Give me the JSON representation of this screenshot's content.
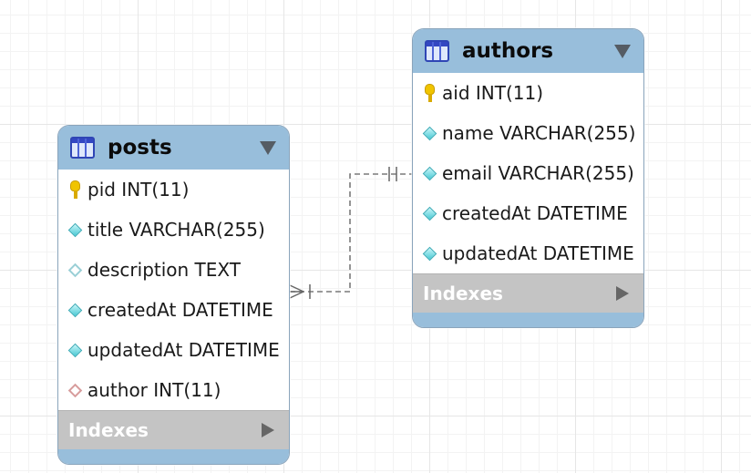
{
  "tables": {
    "posts": {
      "name": "posts",
      "columns": [
        {
          "text": "pid INT(11)",
          "icon": "primary-key-icon"
        },
        {
          "text": "title VARCHAR(255)",
          "icon": "not-null-column-icon"
        },
        {
          "text": "description TEXT",
          "icon": "nullable-column-icon"
        },
        {
          "text": "createdAt DATETIME",
          "icon": "not-null-column-icon"
        },
        {
          "text": "updatedAt DATETIME",
          "icon": "not-null-column-icon"
        },
        {
          "text": "author INT(11)",
          "icon": "foreign-key-icon"
        }
      ],
      "indexes_label": "Indexes"
    },
    "authors": {
      "name": "authors",
      "columns": [
        {
          "text": "aid INT(11)",
          "icon": "primary-key-icon"
        },
        {
          "text": "name VARCHAR(255)",
          "icon": "not-null-column-icon"
        },
        {
          "text": "email VARCHAR(255)",
          "icon": "not-null-column-icon"
        },
        {
          "text": "createdAt DATETIME",
          "icon": "not-null-column-icon"
        },
        {
          "text": "updatedAt DATETIME",
          "icon": "not-null-column-icon"
        }
      ],
      "indexes_label": "Indexes"
    }
  },
  "relationship": {
    "from": "posts",
    "to": "authors",
    "from_cardinality": "many",
    "to_cardinality": "one"
  },
  "colors": {
    "header": "#98bedb",
    "indexes_bar": "#c4c4c4",
    "table_icon": "#2f45b5",
    "primary_key": "#f0c400",
    "column_diamond": "#47c8d3",
    "foreign_key": "#d79c9c",
    "connector": "#7a7a7a"
  }
}
